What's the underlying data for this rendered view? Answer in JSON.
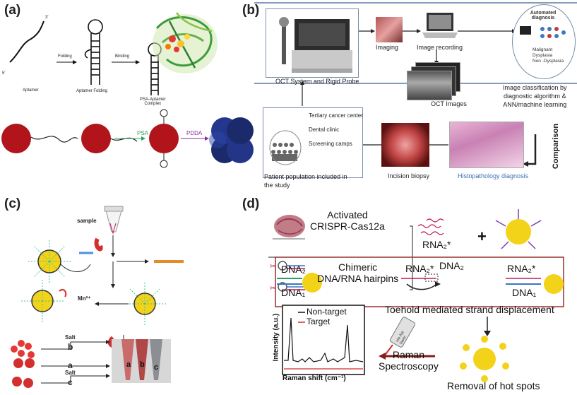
{
  "panels": {
    "a": {
      "label": "(a)",
      "steps": [
        "Aptamer",
        "Aptamer Folding",
        "PSA-Aptamer\nComplex"
      ],
      "arrows": [
        "Folding",
        "Binding"
      ],
      "strand_ends": [
        "5'",
        "3'"
      ],
      "lower_labels": [
        "PSA",
        "PDDA"
      ]
    },
    "b": {
      "label": "(b)",
      "oct_system": "OCT System and Rigid Probe",
      "imaging": "Imaging",
      "image_recording": "Image recording",
      "auto_title": "Automated\ndiagnosis",
      "auto_classes": "Malignant\nDysplasia\nNon -Dysplasia",
      "classification": "Image classification by\ndiagnostic algorithm &\nANN/machine learning",
      "oct_images": "OCT Images",
      "sources": [
        "Tertiary cancer center",
        "Dental clinic",
        "Screening camps"
      ],
      "population": "Patient population included in\nthe study",
      "incision": "Incision biopsy",
      "histo": "Histopathology diagnosis",
      "comparison": "Comparison"
    },
    "c": {
      "label": "(c)",
      "sample": "sample",
      "mn": "Mn²⁺",
      "salt_labels": [
        "Salt",
        "Salt"
      ],
      "tubes": [
        "a",
        "b",
        "c"
      ],
      "branches": [
        "b",
        "a",
        "c"
      ]
    },
    "d": {
      "label": "(d)",
      "activated": "Activated\nCRISPR-Cas12a",
      "chimeric": "Chimeric\nDNA/RNA hairpins",
      "rna2": "RNA₂*",
      "plus": "+",
      "dna2": "DNA₂",
      "dna1": "DNA₁",
      "rna2_star": "RNA₂*",
      "toehold": "Toehold mediated strand displacement",
      "raman": "Raman\nSpectroscopy",
      "laser": "He-Ne\nlaser",
      "removal": "Removal of hot spots",
      "spectrum": {
        "legend": [
          "Non-target",
          "Target"
        ],
        "ylabel": "Intensity (a.u.)",
        "xlabel": "Raman shift (cm⁻¹)"
      }
    }
  },
  "colors": {
    "panel_b_border": "#7a8ea8",
    "histo_blue": "#3d6fb3",
    "psa_green": "#2ca05a",
    "pdda_purple": "#8a2ca0",
    "red_particle": "#b1151b",
    "navy_particle": "#1b2a6b",
    "gold": "#f3d21a",
    "dna_box": "#9b2d2d"
  }
}
